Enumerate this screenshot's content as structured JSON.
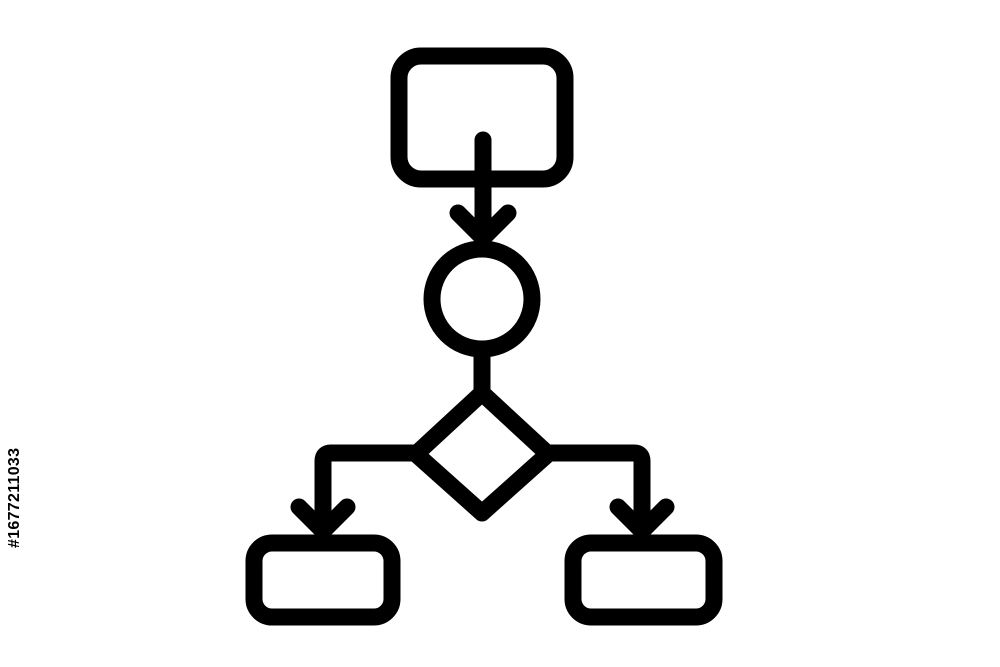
{
  "icon": {
    "name": "flowchart-icon",
    "stroke_color": "#000000",
    "background_color": "#ffffff"
  },
  "nodes": [
    {
      "id": "start",
      "shape": "rounded-rectangle"
    },
    {
      "id": "process",
      "shape": "circle"
    },
    {
      "id": "decision",
      "shape": "diamond"
    },
    {
      "id": "left-outcome",
      "shape": "rounded-rectangle"
    },
    {
      "id": "right-outcome",
      "shape": "rounded-rectangle"
    }
  ],
  "edges": [
    {
      "from": "start",
      "to": "process",
      "arrow": true
    },
    {
      "from": "process",
      "to": "decision",
      "arrow": false
    },
    {
      "from": "decision",
      "to": "left-outcome",
      "arrow": true
    },
    {
      "from": "decision",
      "to": "right-outcome",
      "arrow": true
    }
  ],
  "watermark": {
    "stock_id": "#1677211033"
  }
}
